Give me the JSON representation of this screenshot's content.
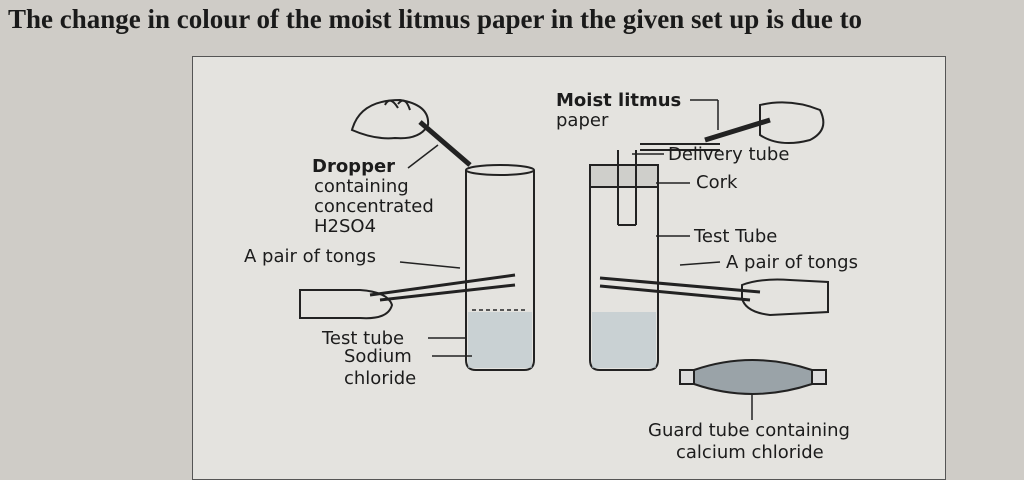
{
  "question": "The change in colour of the moist litmus paper in the given set up is due to",
  "labels": {
    "dropper": "Dropper",
    "containing": "containing",
    "concentrated": "concentrated",
    "h2so4": "H2SO4",
    "tongs_left": "A pair of tongs",
    "test_tube_left": "Test tube",
    "sodium": "Sodium",
    "chloride": "chloride",
    "moist": "Moist litmus",
    "paper": "paper",
    "delivery": "Delivery tube",
    "cork": "Cork",
    "test_tube_right": "Test Tube",
    "tongs_right": "A pair of tongs",
    "guard1": "Guard tube containing",
    "guard2": "calcium chloride"
  }
}
